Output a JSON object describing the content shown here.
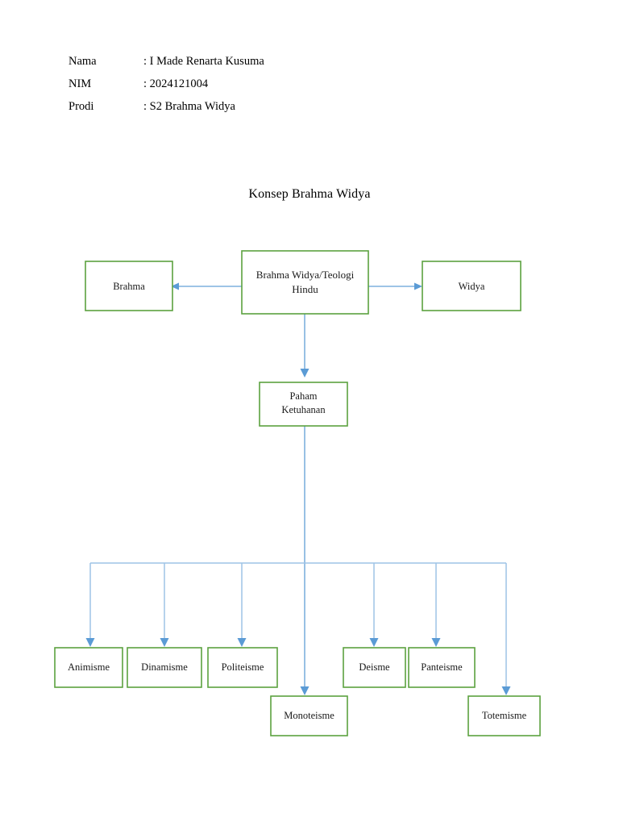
{
  "document": {
    "title": "Konsep Brahma Widya"
  },
  "identity": {
    "rows": [
      {
        "label": "Nama",
        "value": ": I Made Renarta Kusuma"
      },
      {
        "label": "NIM",
        "value": ": 2024121004"
      },
      {
        "label": "Prodi",
        "value": ": S2 Brahma Widya"
      }
    ]
  },
  "diagram": {
    "title": "Konsep Brahma Widya",
    "colors": {
      "node_border": "#5ba23f",
      "node_fill": "#ffffff",
      "connector": "#9dc3e6",
      "arrow": "#5b9bd5",
      "text": "#1a1a1a"
    },
    "nodes": {
      "root": {
        "label_line1": "Brahma Widya/Teologi",
        "label_line2": "Hindu"
      },
      "left": {
        "label": "Brahma"
      },
      "right": {
        "label": "Widya"
      },
      "middle": {
        "label_line1": "Paham",
        "label_line2": "Ketuhanan"
      },
      "leaves": [
        {
          "label": "Animisme"
        },
        {
          "label": "Dinamisme"
        },
        {
          "label": "Politeisme"
        },
        {
          "label": "Monoteisme"
        },
        {
          "label": "Deisme"
        },
        {
          "label": "Panteisme"
        },
        {
          "label": "Totemisme"
        }
      ]
    }
  }
}
